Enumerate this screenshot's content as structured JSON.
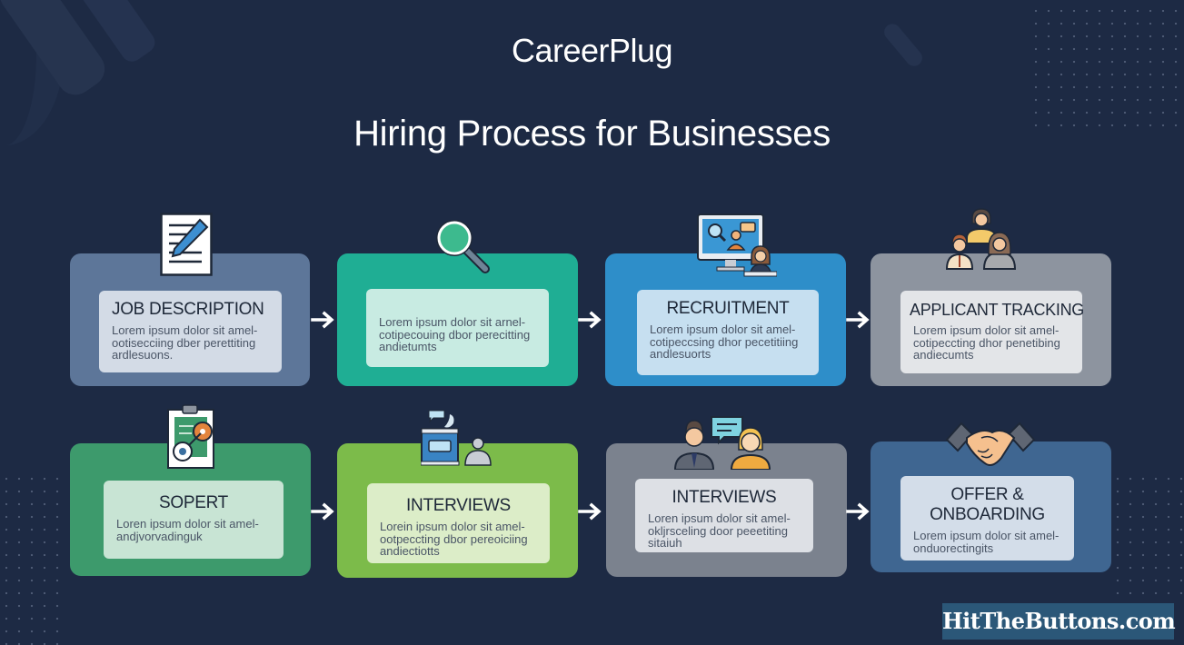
{
  "header": {
    "brand": "CareerPlug",
    "title": "Hiring Process for Businesses"
  },
  "steps": [
    {
      "title": "JOB DESCRIPTION",
      "text": "Lorem ipsum dolor sit amel- ootisecciing dber perettiting ardlesuons.",
      "icon": "document-pen-icon",
      "card_color": "#5d7699",
      "inner_color": "#d3dbe6"
    },
    {
      "title": "",
      "text": "Lorem ipsum dolor sit arnel- cotipecouing dbor perecitting andietumts",
      "icon": "magnifier-icon",
      "card_color": "#1fae94",
      "inner_color": "#c8ebe2"
    },
    {
      "title": "RECRUITMENT",
      "text": "Lorem ipsum dolor sit amel- cotipeccsing dhor pecetitiing andlesuorts",
      "icon": "computer-recruiter-icon",
      "card_color": "#2e8ec9",
      "inner_color": "#c6dff0"
    },
    {
      "title": "APPLICANT TRACKING",
      "text": "Lorem ipsum dolor sit amel- cotipeccting dhor penetibing andiecumts",
      "icon": "people-group-icon",
      "card_color": "#8d949f",
      "inner_color": "#e3e5e8"
    },
    {
      "title": "SOPERT",
      "text": "Loren ipsum dolor sit amel- andjvorvadinguk",
      "icon": "clipboard-tools-icon",
      "card_color": "#3d9a6c",
      "inner_color": "#c8e4d4"
    },
    {
      "title": "INTERVIEWS",
      "text": "Lorein ipsum dolor sit amel- ootpeccting dbor pereoiciing andiectiotts",
      "icon": "video-interview-icon",
      "card_color": "#7cbb4a",
      "inner_color": "#dcedc8"
    },
    {
      "title": "INTERVIEWS",
      "text": "Loren ipsum dolor sit amel- okljrsceling door peeetiting sitaiuh",
      "icon": "conversation-people-icon",
      "card_color": "#7b828e",
      "inner_color": "#dde0e5"
    },
    {
      "title": "OFFER & ONBOARDING",
      "text": "Lorem ipsum dolor sit amel- onduorectingits",
      "icon": "handshake-icon",
      "card_color": "#3f6691",
      "inner_color": "#d3dde9"
    }
  ],
  "watermark": "HitTheButtons.com",
  "colors": {
    "background": "#1d2a44",
    "arrow": "#ffffff"
  }
}
